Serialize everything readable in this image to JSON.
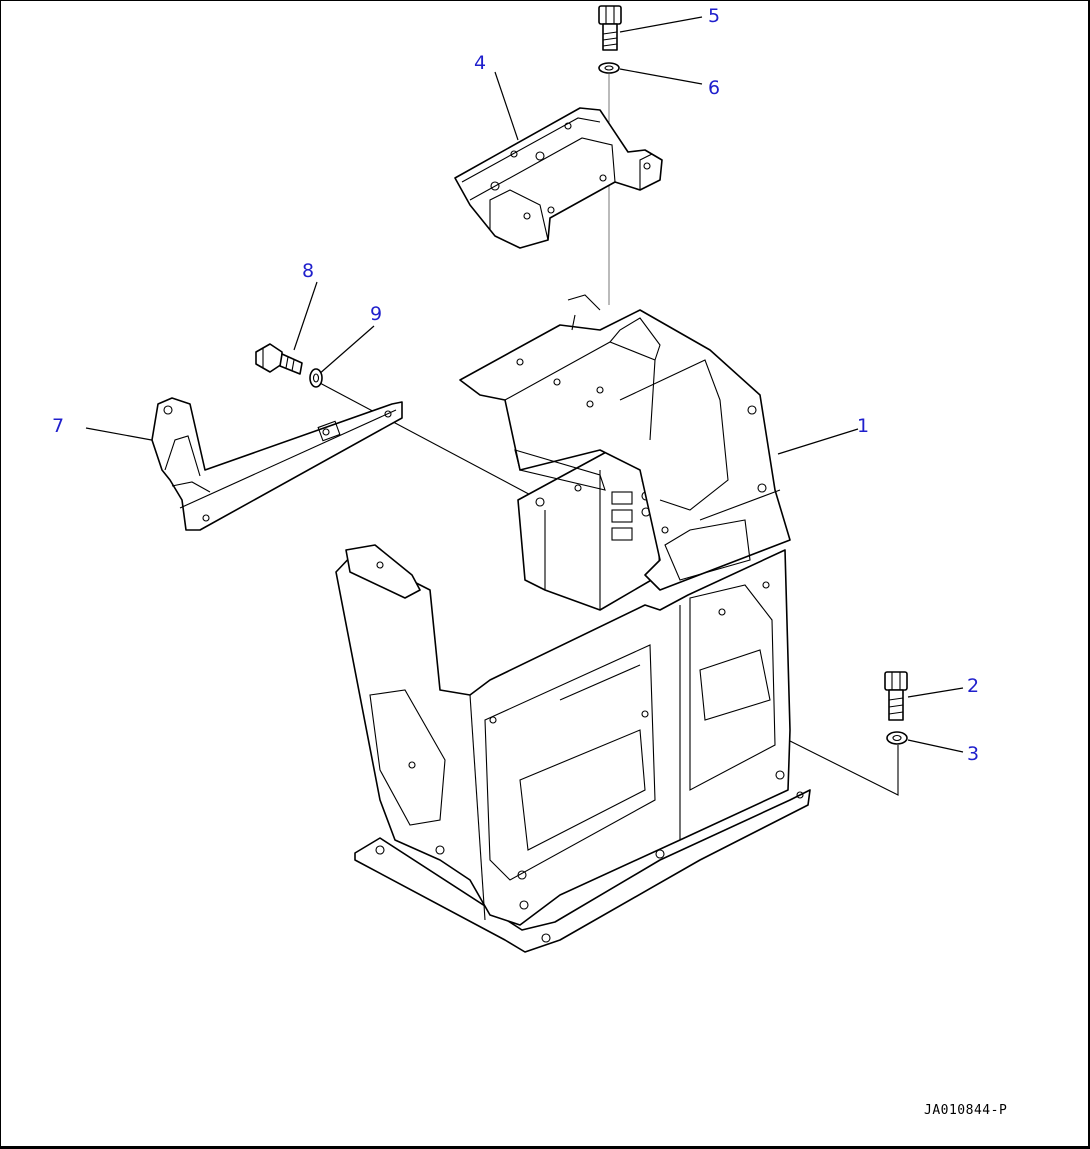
{
  "diagram": {
    "callouts": [
      {
        "id": "1",
        "label": "1"
      },
      {
        "id": "2",
        "label": "2"
      },
      {
        "id": "3",
        "label": "3"
      },
      {
        "id": "4",
        "label": "4"
      },
      {
        "id": "5",
        "label": "5"
      },
      {
        "id": "6",
        "label": "6"
      },
      {
        "id": "7",
        "label": "7"
      },
      {
        "id": "8",
        "label": "8"
      },
      {
        "id": "9",
        "label": "9"
      }
    ],
    "drawing_id": "JA010844-P",
    "colors": {
      "callout": "#1f1fcc",
      "line": "#000000"
    }
  }
}
